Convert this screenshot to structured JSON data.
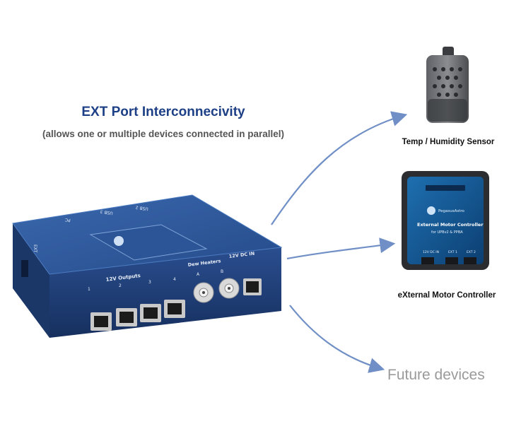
{
  "heading": {
    "title": "EXT Port Interconnecivity",
    "subtitle": "(allows one or multiple devices connected in parallel)"
  },
  "devices": {
    "sensor_label": "Temp / Humidity Sensor",
    "motor_label": "eXternal Motor Controller",
    "future_label": "Future devices"
  },
  "hub": {
    "outputs_label": "12V Outputs",
    "output_numbers": [
      "1",
      "2",
      "3",
      "4"
    ],
    "dew_label": "Dew Heaters",
    "dew_channels": [
      "A",
      "B"
    ],
    "dc_in_label": "12V DC IN",
    "side_label": "EXT",
    "top_labels": [
      "USB 3",
      "USB 2",
      "PC"
    ]
  },
  "motor_box": {
    "title": "External Motor Controller",
    "subtitle": "for UPBv2 & PPBA",
    "brand": "PegasusAstro",
    "ports": [
      "12V DC IN",
      "EXT 1",
      "EXT 2"
    ]
  },
  "colors": {
    "accent": "#1d3f86",
    "arrow": "#6f8fc6",
    "hub_body": "#23457f",
    "hub_top": "#2f5a9c"
  }
}
